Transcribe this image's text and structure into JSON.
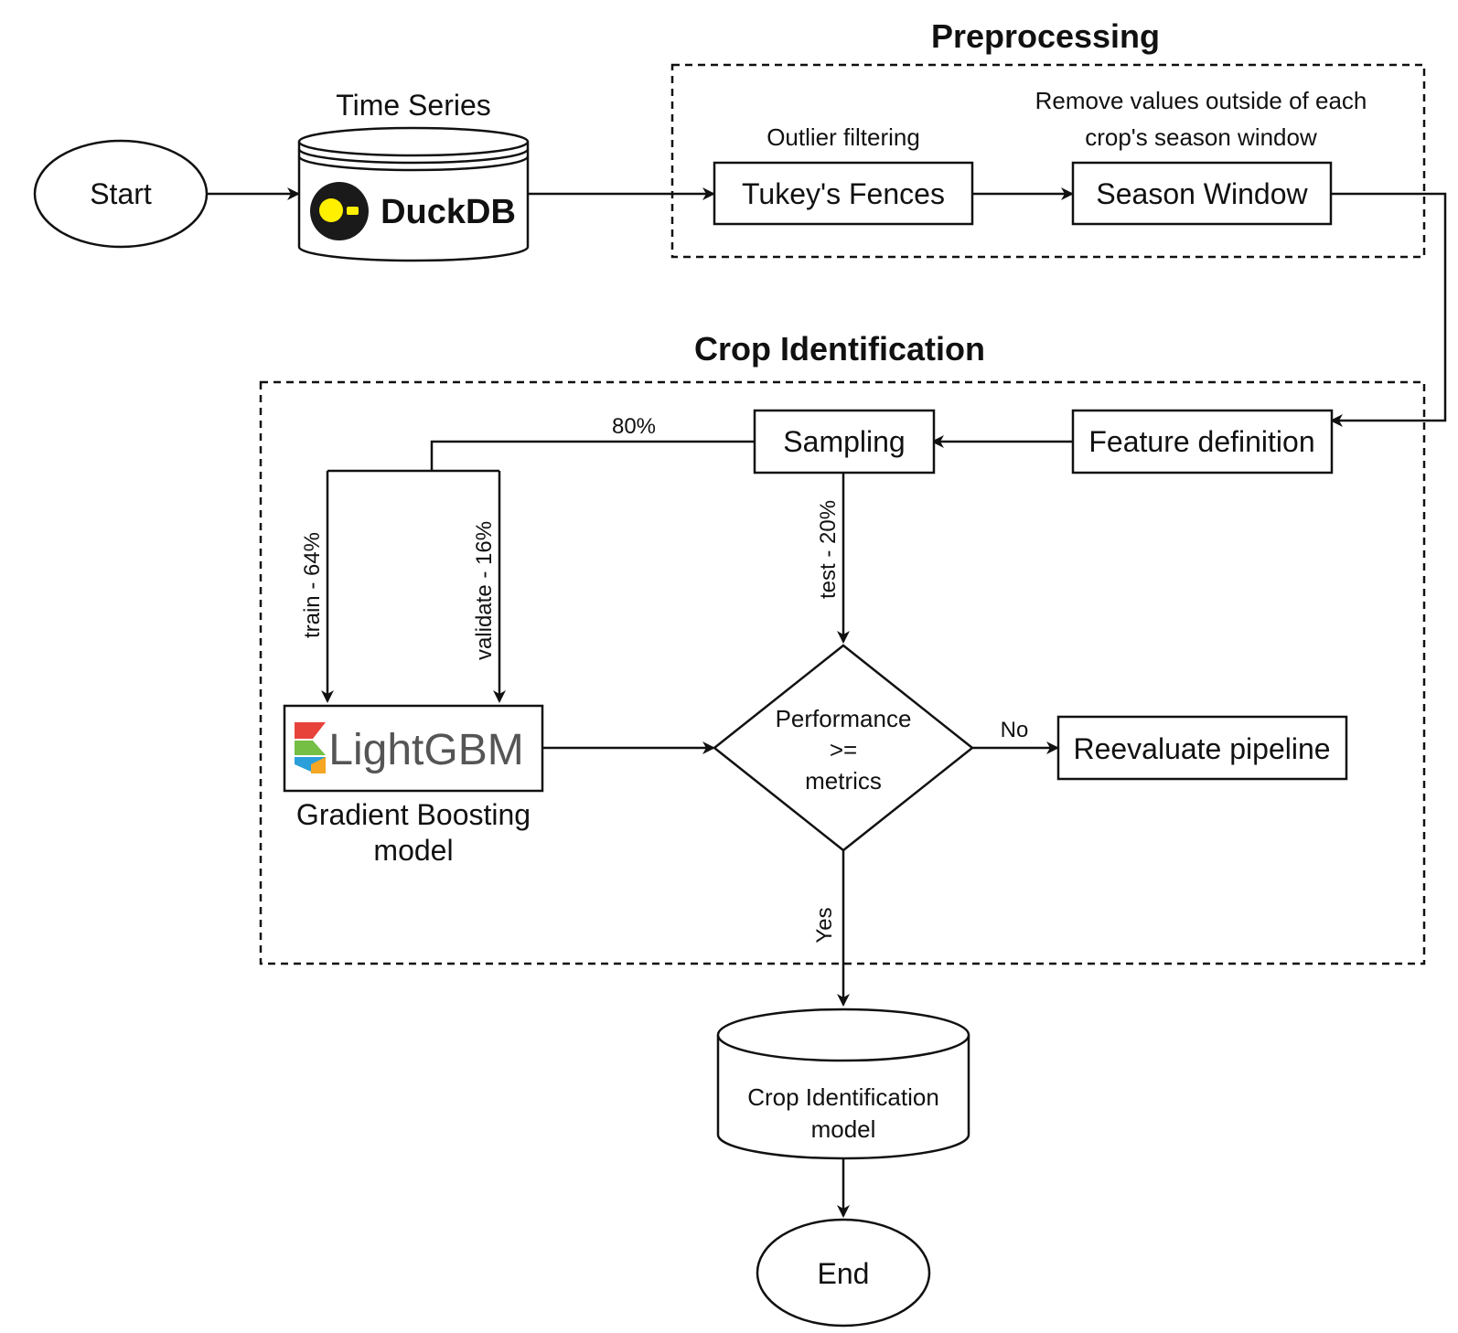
{
  "groups": {
    "preprocessing": "Preprocessing",
    "crop_identification": "Crop Identification"
  },
  "nodes": {
    "start": "Start",
    "time_series": "Time Series",
    "duckdb": "DuckDB",
    "outlier_caption": "Outlier filtering",
    "tukey": "Tukey's Fences",
    "season_caption_1": "Remove values outside of each",
    "season_caption_2": "crop's season window",
    "season_window": "Season Window",
    "feature_definition": "Feature definition",
    "sampling": "Sampling",
    "lightgbm": "LightGBM",
    "gb_caption_1": "Gradient Boosting",
    "gb_caption_2": "model",
    "decision_1": "Performance",
    "decision_2": ">=",
    "decision_3": "metrics",
    "reevaluate": "Reevaluate pipeline",
    "crop_model_1": "Crop Identification",
    "crop_model_2": "model",
    "end": "End"
  },
  "edges": {
    "eighty": "80%",
    "train": "train - 64%",
    "validate": "validate - 16%",
    "test": "test - 20%",
    "no": "No",
    "yes": "Yes"
  },
  "colors": {
    "duckdb_yellow": "#fff000",
    "duckdb_dark": "#1a1a1a",
    "lgbm_red": "#e8433b",
    "lgbm_green": "#74bf44",
    "lgbm_blue": "#2b9fd9",
    "lgbm_orange": "#f5a623"
  }
}
